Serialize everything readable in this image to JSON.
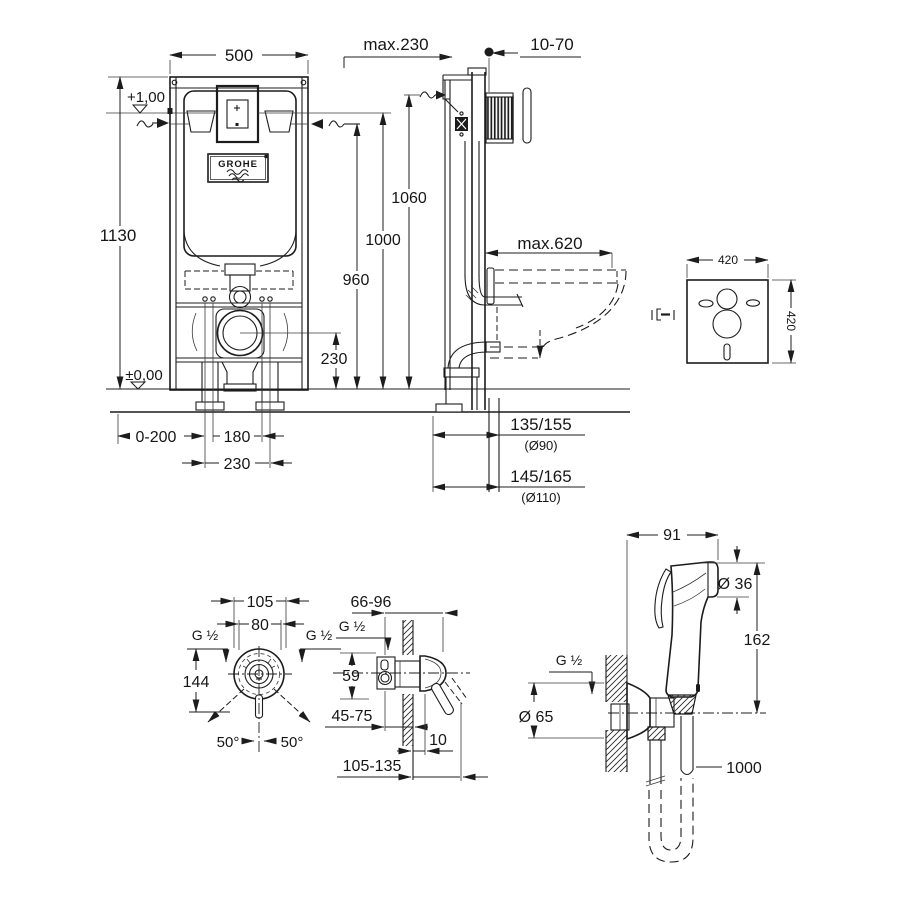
{
  "frame_front": {
    "brand": "GROHE",
    "width_500": "500",
    "height_1130": "1130",
    "level_plus": "+1,00",
    "level_zero": "±0,00",
    "foot_range": "0-200",
    "bolt_span": "180",
    "outlet_span": "230",
    "outlet_height": "230",
    "dim_960": "960",
    "dim_1000": "1000",
    "dim_1060": "1060",
    "depth_max": "max.230"
  },
  "frame_side": {
    "plate_depth": "10-70",
    "bowl_depth": "max.620",
    "drain_90": "135/155",
    "drain_90_dia": "(Ø90)",
    "drain_110": "145/165",
    "drain_110_dia": "(Ø110)"
  },
  "insulation_mat": {
    "width": "420",
    "height": "420"
  },
  "mixer_front": {
    "width_105": "105",
    "width_80": "80",
    "thread_left": "G ½",
    "thread_right": "G ½",
    "height_144": "144",
    "angle_left": "50°",
    "angle_right": "50°"
  },
  "mixer_side": {
    "depth_66_96": "66-96",
    "thread": "G ½",
    "height_59": "59",
    "depth_45_75": "45-75",
    "gap_10": "10",
    "depth_105_135": "105-135"
  },
  "hand_shower": {
    "width_91": "91",
    "head_dia": "Ø 36",
    "height_162": "162",
    "thread": "G ½",
    "flange_dia": "Ø 65",
    "hose_length": "1000"
  }
}
